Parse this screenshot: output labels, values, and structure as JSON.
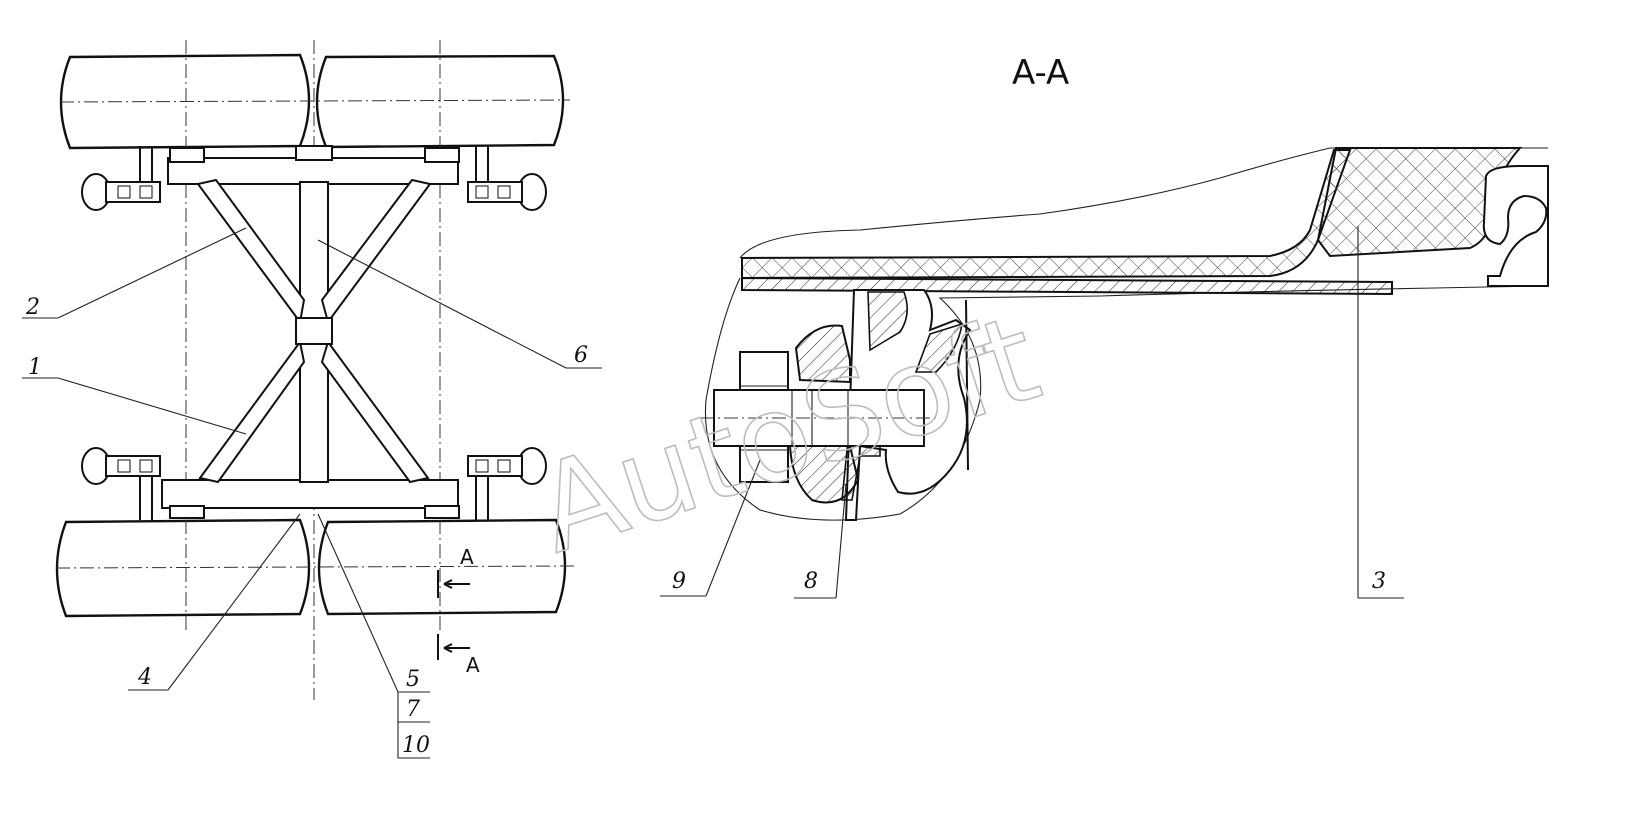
{
  "section_title": "A-A",
  "section_arrows": [
    "A",
    "A"
  ],
  "callouts": {
    "c1": "1",
    "c2": "2",
    "c3": "3",
    "c4": "4",
    "c5": "5",
    "c6": "6",
    "c7": "7",
    "c8": "8",
    "c9": "9",
    "c10": "10"
  },
  "watermark": "AutoSoft"
}
